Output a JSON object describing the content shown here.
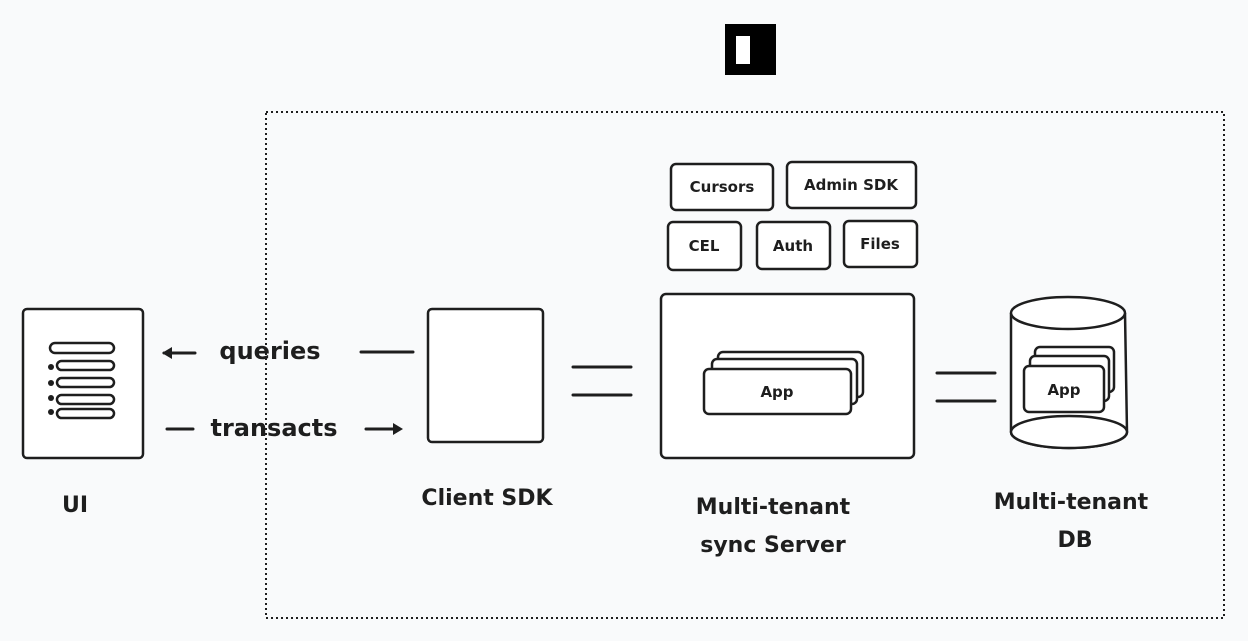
{
  "logo": {
    "name": "logo-icon"
  },
  "ui": {
    "label": "UI"
  },
  "edges": {
    "queries": "queries",
    "transacts": "transacts"
  },
  "client_sdk": {
    "label": "Client SDK"
  },
  "server": {
    "label_line1": "Multi-tenant",
    "label_line2": "sync Server",
    "app": "App",
    "modules": [
      "Cursors",
      "Admin SDK",
      "CEL",
      "Auth",
      "Files"
    ]
  },
  "db": {
    "label_line1": "Multi-tenant",
    "label_line2": "DB",
    "app": "App"
  },
  "colors": {
    "background": "#f9fafb",
    "stroke": "#1e1e1e",
    "logo": "#000000"
  }
}
